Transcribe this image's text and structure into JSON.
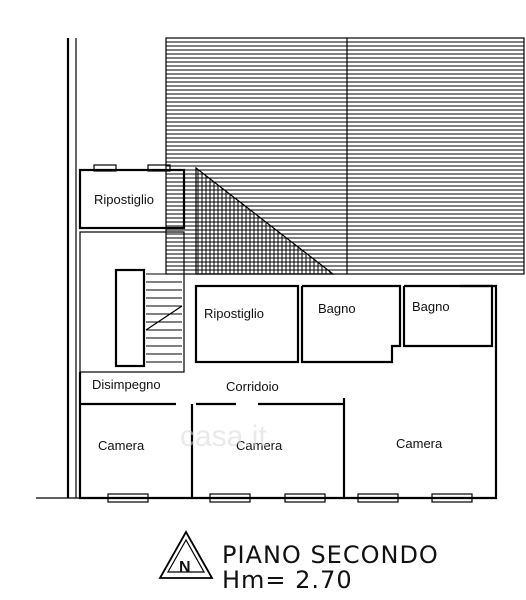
{
  "floor_title": "PIANO SECONDO",
  "height_label": "Hm=  2.70",
  "north_marker": "N",
  "watermark": "casa.it",
  "rooms": {
    "ripostiglio_top": "Ripostiglio",
    "ripostiglio_mid": "Ripostiglio",
    "bagno_left": "Bagno",
    "bagno_right": "Bagno",
    "disimpegno": "Disimpegno",
    "corridoio": "Corridoio",
    "camera_left": "Camera",
    "camera_mid": "Camera",
    "camera_right": "Camera"
  },
  "icons": {
    "north_arrow": "north-arrow-icon"
  }
}
